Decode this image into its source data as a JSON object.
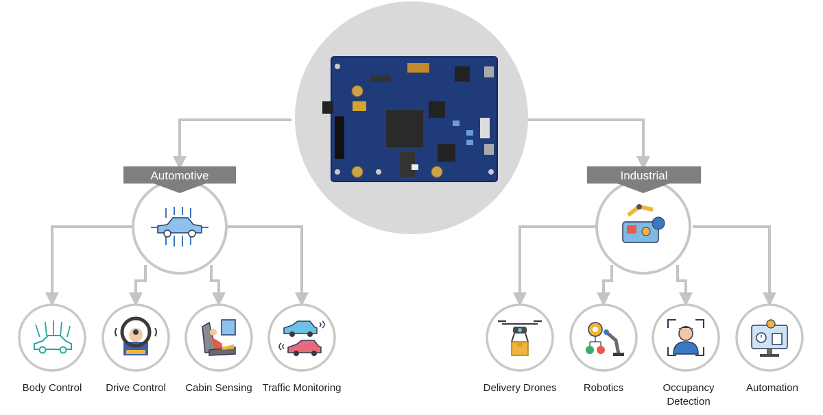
{
  "hub": {
    "image": "fpga-development-board"
  },
  "branches": [
    {
      "title": "Automotive",
      "icon": "car-circuit-icon",
      "items": [
        {
          "label": "Body Control",
          "icon": "car-network-icon"
        },
        {
          "label": "Drive Control",
          "icon": "steering-wheel-icon"
        },
        {
          "label": "Cabin Sensing",
          "icon": "car-seat-icon"
        },
        {
          "label": "Traffic Monitoring",
          "icon": "traffic-cars-icon"
        }
      ]
    },
    {
      "title": "Industrial",
      "icon": "robot-arm-tablet-icon",
      "items": [
        {
          "label": "Delivery Drones",
          "icon": "drone-package-icon"
        },
        {
          "label": "Robotics",
          "icon": "robot-arm-gear-icon"
        },
        {
          "label": "Occupancy",
          "label2": "Detection",
          "icon": "person-scan-icon"
        },
        {
          "label": "Automation",
          "icon": "monitor-gear-icon"
        }
      ]
    }
  ],
  "colors": {
    "connector": "#c4c4c4",
    "circle_border": "#c8c8c8",
    "hub_fill": "#d9d9d9",
    "banner": "#7f7f7f",
    "board": "#1f3b7a"
  }
}
